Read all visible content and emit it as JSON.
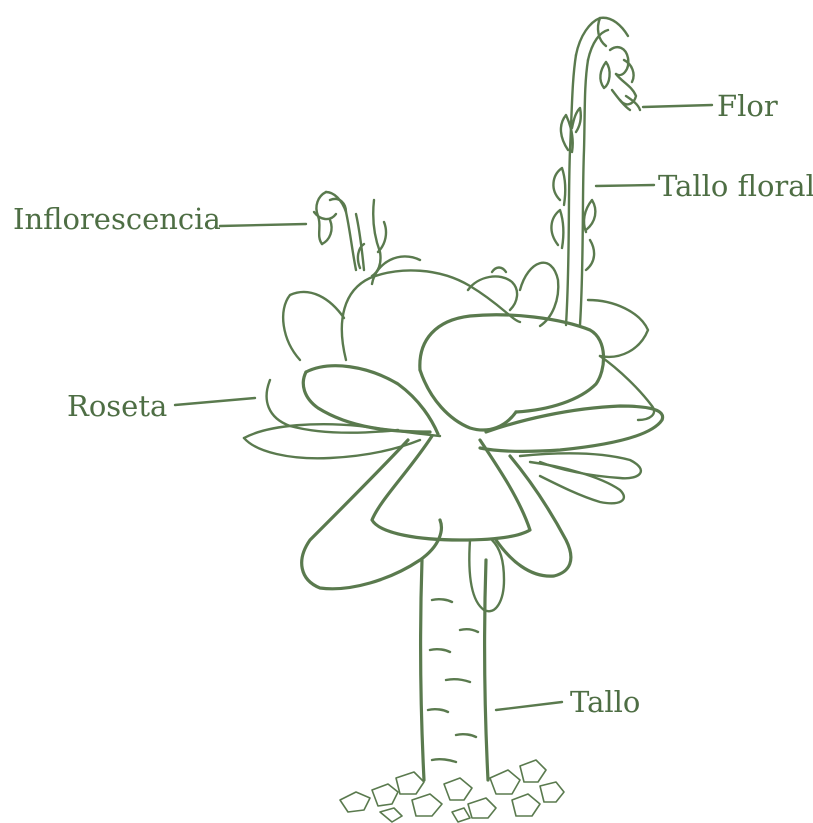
{
  "colors": {
    "ink": "#5a7a4e",
    "ink_light": "#8aa57d",
    "text": "#4e6e44",
    "background": "#ffffff"
  },
  "labels": {
    "flor": "Flor",
    "tallo_floral": "Tallo floral",
    "inflorescencia": "Inflorescencia",
    "roseta": "Roseta",
    "tallo": "Tallo"
  }
}
